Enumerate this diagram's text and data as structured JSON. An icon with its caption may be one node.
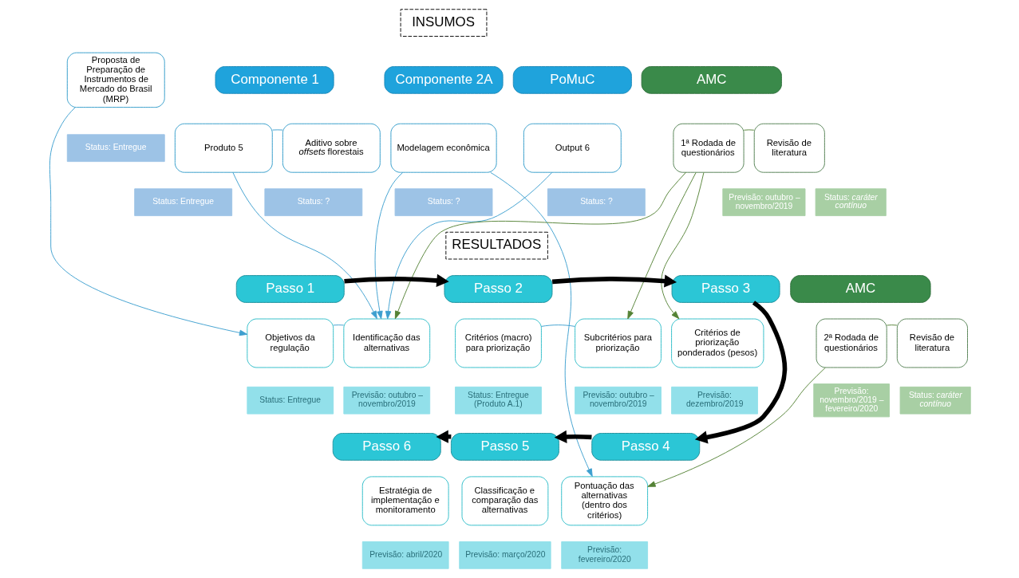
{
  "diagram": {
    "nodes": [
      {
        "text": [
          "INSUMOS"
        ]
      },
      {
        "text": [
          "Proposta de Preparação de Instrumentos de Mercado do Brasil (MRP)"
        ]
      },
      {
        "text": [
          "Status: Entregue"
        ]
      },
      {
        "text": [
          "Componente 1"
        ]
      },
      {
        "text": [
          "Componente 2A"
        ]
      },
      {
        "text": [
          "PoMuC"
        ]
      },
      {
        "text": [
          "Produto 5"
        ]
      },
      {
        "text": [
          "Aditivo sobre *offsets* florestais"
        ]
      },
      {
        "text": [
          "Modelagem econômica"
        ]
      },
      {
        "text": [
          "Output 6"
        ]
      },
      {
        "text": [
          "Status: Entregue"
        ]
      },
      {
        "text": [
          "Status: ?"
        ]
      },
      {
        "text": [
          "Status: ?"
        ]
      },
      {
        "text": [
          "Status: ?"
        ]
      },
      {
        "text": [
          "AMC"
        ]
      },
      {
        "text": [
          "1ª Rodada de questionários"
        ]
      },
      {
        "text": [
          "Revisão de literatura"
        ]
      },
      {
        "text": [
          "Previsão: outubro – novembro/2019"
        ]
      },
      {
        "text": [
          "Status: *caráter contínuo*"
        ]
      },
      {
        "text": [
          "RESULTADOS"
        ]
      },
      {
        "text": [
          "Passo 1"
        ]
      },
      {
        "text": [
          "Passo 2"
        ]
      },
      {
        "text": [
          "Passo 3"
        ]
      },
      {
        "text": [
          "Objetivos da regulação"
        ]
      },
      {
        "text": [
          "Identificação das alternativas"
        ]
      },
      {
        "text": [
          "Critérios (macro) para priorização"
        ]
      },
      {
        "text": [
          "Subcritérios para priorização"
        ]
      },
      {
        "text": [
          "Critérios de priorização ponderados (pesos)"
        ]
      },
      {
        "text": [
          "Status: Entregue"
        ]
      },
      {
        "text": [
          "Previsão: outubro – novembro/2019"
        ]
      },
      {
        "text": [
          "Status: Entregue (Produto A.1)"
        ]
      },
      {
        "text": [
          "Previsão: outubro – novembro/2019"
        ]
      },
      {
        "text": [
          "Previsão: dezembro/2019"
        ]
      },
      {
        "text": [
          "AMC"
        ]
      },
      {
        "text": [
          "2ª Rodada de questionários"
        ]
      },
      {
        "text": [
          "Revisão de literatura"
        ]
      },
      {
        "text": [
          "Previsão: novembro/2019 – fevereiro/2020"
        ]
      },
      {
        "text": [
          "Status: *caráter contínuo*"
        ]
      },
      {
        "text": [
          "Passo 6"
        ]
      },
      {
        "text": [
          "Passo 5"
        ]
      },
      {
        "text": [
          "Passo 4"
        ]
      },
      {
        "text": [
          "Estratégia de implementação e monitoramento"
        ]
      },
      {
        "text": [
          "Classificação e comparação das alternativas"
        ]
      },
      {
        "text": [
          "Pontuação das alternativas (dentro dos critérios)"
        ]
      },
      {
        "text": [
          "Previsão: abril/2020"
        ]
      },
      {
        "text": [
          "Previsão: março/2020"
        ]
      },
      {
        "text": [
          "Previsão: fevereiro/2020"
        ]
      }
    ],
    "edges": [
      {
        "from": 6,
        "to": 7,
        "arrow": "none"
      },
      {
        "from": 15,
        "to": 16,
        "arrow": "none",
        "color": "#548235"
      },
      {
        "from": 23,
        "to": 24,
        "arrow": "none"
      },
      {
        "from": 25,
        "to": 26,
        "arrow": "none"
      },
      {
        "from": 34,
        "to": 35,
        "arrow": "none",
        "color": "#548235"
      },
      {
        "from": 1,
        "to": 23,
        "arrow": "to"
      },
      {
        "from": 6,
        "to": 24,
        "arrow": "to"
      },
      {
        "from": 8,
        "to": 24,
        "arrow": "to"
      },
      {
        "from": 9,
        "to": 24,
        "arrow": "to"
      },
      {
        "from": 8,
        "to": 43,
        "arrow": "to"
      },
      {
        "from": 15,
        "to": 24,
        "arrow": "to",
        "color": "#548235"
      },
      {
        "from": 15,
        "to": 26,
        "arrow": "to",
        "color": "#548235"
      },
      {
        "from": 15,
        "to": 27,
        "arrow": "to",
        "color": "#548235"
      },
      {
        "from": 34,
        "to": 43,
        "arrow": "to",
        "color": "#548235"
      },
      {
        "from": 20,
        "to": 21,
        "arrow": "to",
        "style": "thick",
        "color": "#000000"
      },
      {
        "from": 21,
        "to": 22,
        "arrow": "to",
        "style": "thick",
        "color": "#000000"
      },
      {
        "from": 22,
        "to": 40,
        "arrow": "to",
        "style": "thick",
        "color": "#000000"
      },
      {
        "from": 40,
        "to": 39,
        "arrow": "to",
        "style": "thick",
        "color": "#000000"
      },
      {
        "from": 39,
        "to": 38,
        "arrow": "to",
        "style": "thick",
        "color": "#000000"
      }
    ]
  }
}
